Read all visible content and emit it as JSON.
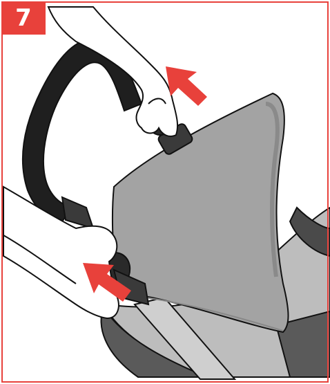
{
  "step": {
    "number": "7"
  },
  "colors": {
    "accent": "#e8413b",
    "handlebar": "#1f1f1f",
    "canopy": "#a3a3a3",
    "seat": "#bdbdbd",
    "frame_tube": "#c9c9c9",
    "outline": "#111111"
  },
  "icons": [
    "arrow-upper-right",
    "arrow-upper-left"
  ]
}
